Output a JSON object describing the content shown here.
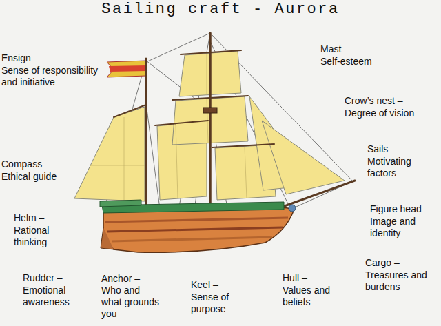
{
  "diagram": {
    "title": "Sailing craft - Aurora",
    "labels": [
      "Ensign –",
      "Sense of responsibility and initiative",
      "Mast –",
      "Self-esteem",
      "Crow’s nest –",
      "Degree of vision",
      "Sails –",
      "Motivating factors",
      "Compass –",
      "Ethical guide",
      "Figure head –",
      "Image and identity",
      "Helm –",
      "Rational thinking",
      "Cargo –",
      "Treasures and burdens",
      "Rudder –",
      "Emotional awareness",
      "Anchor –",
      "Who and what grounds you",
      "Keel –",
      "Sense of purpose",
      "Hull –",
      "Values and beliefs"
    ]
  }
}
